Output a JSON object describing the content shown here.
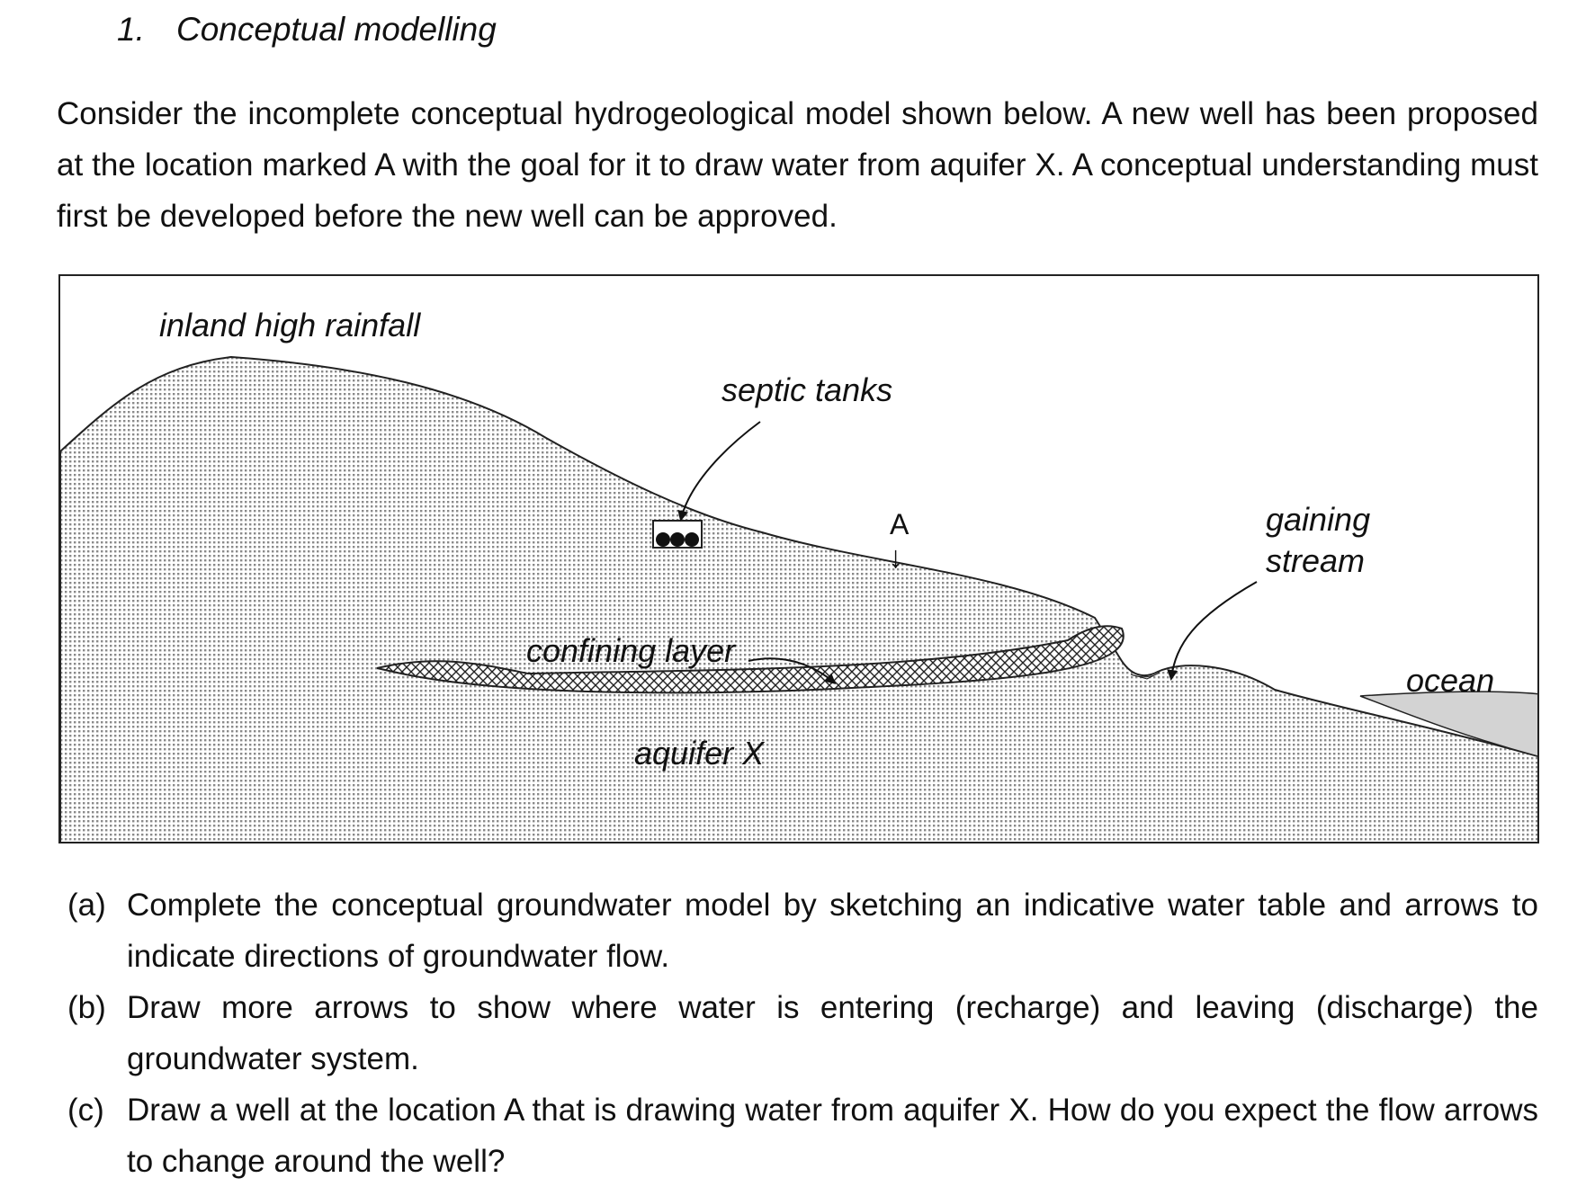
{
  "section": {
    "number": "1.",
    "title": "Conceptual modelling"
  },
  "intro": "Consider the incomplete conceptual hydrogeological model shown below. A new well has been proposed at the location marked A with the goal for it to draw water from aquifer X. A conceptual understanding must first be developed before the new well can be approved.",
  "figure": {
    "labels": {
      "rainfall": "inland high rainfall",
      "septic": "septic tanks",
      "well_marker": "A",
      "well_arrow": "↓",
      "stream": "gaining\nstream",
      "confining": "confining layer",
      "ocean": "ocean",
      "aquifer": "aquifer X"
    }
  },
  "questions": [
    {
      "tag": "(a)",
      "text": "Complete the conceptual groundwater model by sketching an indicative water table and arrows to indicate directions of groundwater flow."
    },
    {
      "tag": "(b)",
      "text": "Draw more arrows to show where water is entering (recharge) and leaving (discharge) the groundwater system."
    },
    {
      "tag": "(c)",
      "text": "Draw a well at the location A that is drawing water from aquifer X. How do you expect the flow arrows to change around the well?"
    }
  ]
}
